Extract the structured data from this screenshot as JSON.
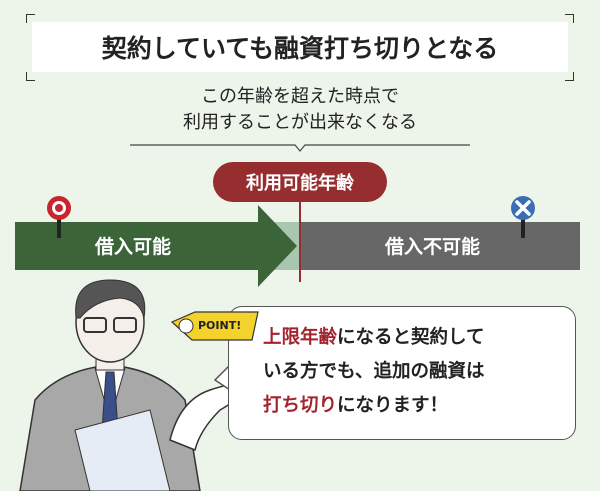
{
  "title": "契約していても融資打ち切りとなる",
  "subtitle": {
    "line1": "この年齢を超えた時点で",
    "line2": "利用することが出来なくなる"
  },
  "age_label": "利用可能年齢",
  "bar": {
    "can_borrow": "借入可能",
    "cannot_borrow": "借入不可能"
  },
  "point_tag": "POINT!",
  "bubble": {
    "l1a": "上限年齢",
    "l1b": "になると契約して",
    "l2": "いる方でも、追加の融資は",
    "l3a": "打ち切り",
    "l3b": "になります！"
  },
  "colors": {
    "background": "#edf4ea",
    "green": "#3b6439",
    "gray": "#676767",
    "accent_red": "#962d2f",
    "blue": "#3a6db4",
    "yellow": "#f3d22b"
  }
}
